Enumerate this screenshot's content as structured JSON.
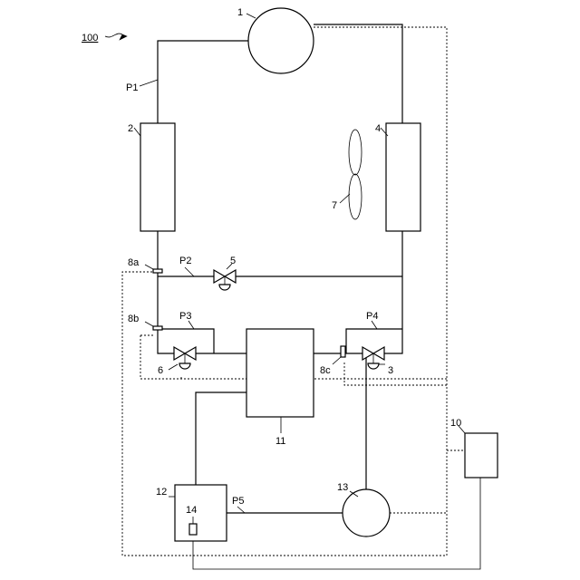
{
  "figure": {
    "system_label": "100",
    "components": {
      "compressor": "1",
      "condenser": "2",
      "valve_p4": "3",
      "evaporator": "4",
      "valve_p2": "5",
      "valve_p3": "6",
      "fan": "7",
      "sensor_a": "8a",
      "sensor_b": "8b",
      "sensor_c": "8c",
      "controller": "10",
      "heat_exchanger": "11",
      "tank": "12",
      "pump": "13",
      "tank_sensor": "14"
    },
    "pipes": {
      "main_loop": "P1",
      "branch_top": "P2",
      "branch_mid": "P3",
      "branch_right": "P4",
      "secondary_loop": "P5"
    }
  }
}
